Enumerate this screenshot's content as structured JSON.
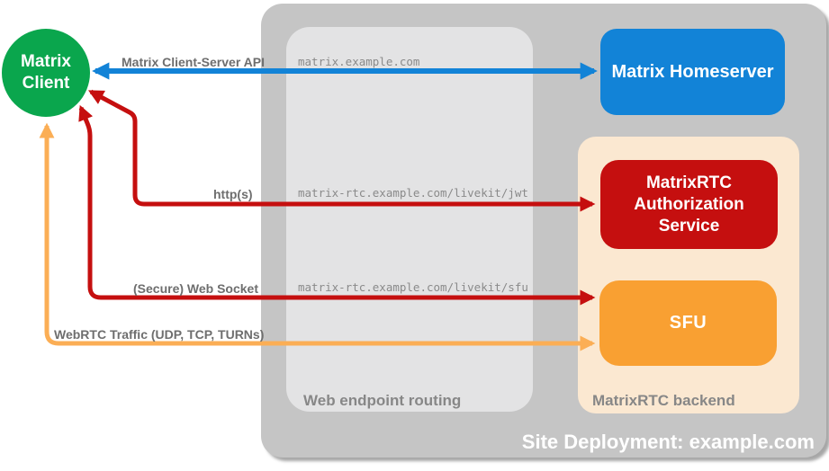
{
  "colors": {
    "client_green": "#0aa64d",
    "homeserver_blue": "#1283d7",
    "auth_red": "#c50f0f",
    "sfu_orange": "#f9a032",
    "webrtc_orange": "#fbae55",
    "backend_peach": "#fbe8d1",
    "site_gray": "#c5c5c5",
    "routing_gray": "#e3e3e4",
    "label_gray": "#6e6e6e",
    "url_gray": "#8a8a8a",
    "container_label_gray": "#878787",
    "white": "#ffffff"
  },
  "nodes": {
    "client": {
      "label": "Matrix Client"
    },
    "homeserver": {
      "label": "Matrix Homeserver"
    },
    "auth_service": {
      "label": "MatrixRTC Authorization Service"
    },
    "sfu": {
      "label": "SFU"
    }
  },
  "containers": {
    "site": {
      "label": "Site Deployment: example.com"
    },
    "routing": {
      "label": "Web endpoint routing"
    },
    "backend": {
      "label": "MatrixRTC backend"
    }
  },
  "routes": {
    "homeserver_url": "matrix.example.com",
    "jwt_url": "matrix-rtc.example.com/livekit/jwt",
    "sfu_url": "matrix-rtc.example.com/livekit/sfu"
  },
  "connections": {
    "cs_api": {
      "label": "Matrix Client-Server API"
    },
    "https": {
      "label": "http(s)"
    },
    "websocket": {
      "label": "(Secure) Web Socket"
    },
    "webrtc": {
      "label": "WebRTC Traffic (UDP, TCP, TURNs)"
    }
  }
}
